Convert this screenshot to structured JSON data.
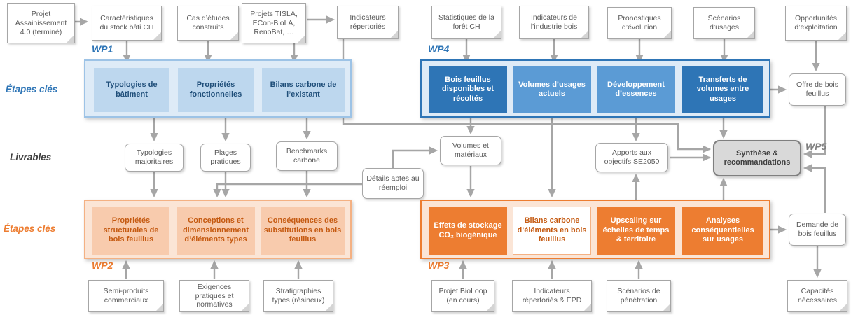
{
  "row_labels": {
    "steps_top": "Étapes clés",
    "deliverables": "Livrables",
    "steps_bottom": "Étapes clés"
  },
  "wp_labels": {
    "wp1": "WP1",
    "wp2": "WP2",
    "wp3": "WP3",
    "wp4": "WP4",
    "wp5": "WP5"
  },
  "top_docs": [
    "Projet Assainissement 4.0 (terminé)",
    "Caractéristiques du stock bâti CH",
    "Cas d’études construits",
    "Projets TISLA, ECon-BioLA, RenoBat, …",
    "Indicateurs répertoriés",
    "Statistiques de la forêt CH",
    "Indicateurs de l’industrie bois",
    "Pronostiques d’évolution",
    "Scénarios d’usages",
    "Opportunités d’exploitation"
  ],
  "wp1_steps": [
    "Typologies de bâtiment",
    "Propriétés fonctionnelles",
    "Bilans carbone de l’existant"
  ],
  "wp4_steps": [
    "Bois feuillus disponibles et récoltés",
    "Volumes d’usages actuels",
    "Développement d’essences",
    "Transferts de volumes entre usages"
  ],
  "deliverables": [
    "Typologies majoritaires",
    "Plages pratiques",
    "Benchmarks carbone",
    "Détails aptes au réemploi",
    "Volumes et matériaux",
    "Apports aux objectifs SE2050"
  ],
  "wp2_steps": [
    "Propriétés structurales de bois feuillus",
    "Conceptions et dimensionnement d’éléments types",
    "Conséquences des substitutions en bois feuillus"
  ],
  "wp3_steps": [
    "Effets de stockage CO₂ biogénique",
    "Bilans carbone d’éléments en bois feuillus",
    "Upscaling sur échelles de temps & territoire",
    "Analyses conséquentielles sur usages"
  ],
  "right_nodes": {
    "offer": "Offre de bois feuillus",
    "synthesis": "Synthèse & recommandations",
    "demand": "Demande de bois feuillus",
    "capacities": "Capacités nécessaires"
  },
  "bottom_docs": [
    "Semi-produits commerciaux",
    "Exigences pratiques et normatives",
    "Stratigraphies types (résineux)",
    "Projet BioLoop (en cours)",
    "Indicateurs répertoriés & EPD",
    "Scénarios de pénétration"
  ],
  "colors": {
    "blue_dark": "#2E75B6",
    "blue_mid": "#5B9BD5",
    "blue_light": "#BDD7EE",
    "orange_dark": "#ED7D31",
    "orange_light": "#F8CBAD",
    "orange_text": "#C55A11",
    "gray_line": "#A6A6A6",
    "gray_text": "#595959"
  }
}
